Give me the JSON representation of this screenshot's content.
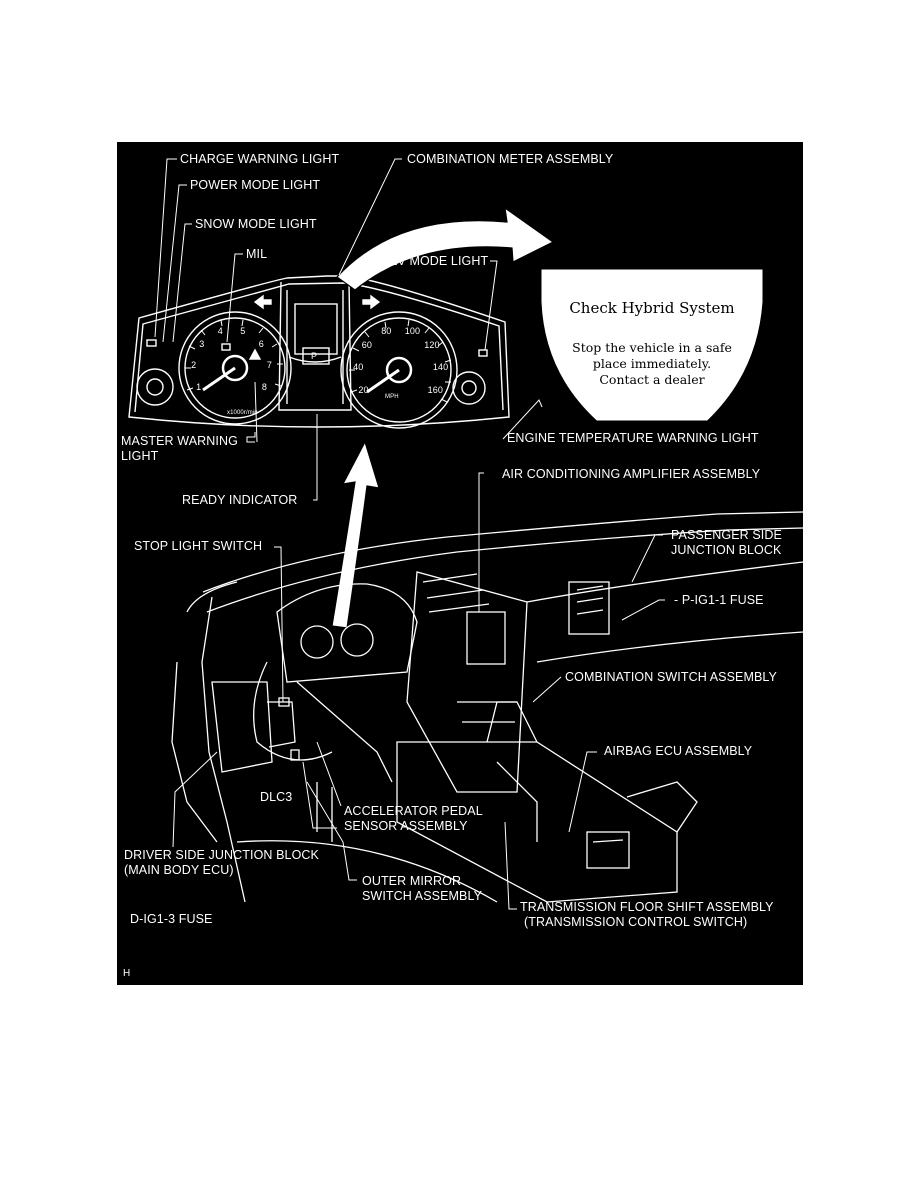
{
  "figure_id": "H",
  "labels": {
    "charge_warning_light": "CHARGE WARNING LIGHT",
    "power_mode_light": "POWER MODE LIGHT",
    "snow_mode_light": "SNOW MODE LIGHT",
    "mil": "MIL",
    "combination_meter_assembly": "COMBINATION METER ASSEMBLY",
    "ev_mode_light": "EV MODE LIGHT",
    "master_warning_light_1": "MASTER WARNING",
    "master_warning_light_2": "LIGHT",
    "engine_temperature_warning_light": "ENGINE TEMPERATURE WARNING LIGHT",
    "ready_indicator": "READY INDICATOR",
    "air_conditioning_amplifier_assembly": "AIR CONDITIONING AMPLIFIER ASSEMBLY",
    "stop_light_switch": "STOP LIGHT SWITCH",
    "passenger_side_junction_block_1": "PASSENGER SIDE",
    "passenger_side_junction_block_2": "JUNCTION BLOCK",
    "p_ig1_1_fuse": "P-IG1-1 FUSE",
    "combination_switch_assembly": "COMBINATION SWITCH ASSEMBLY",
    "airbag_ecu_assembly": "AIRBAG ECU ASSEMBLY",
    "dlc3": "DLC3",
    "accelerator_pedal_sensor_assembly_1": "ACCELERATOR PEDAL",
    "accelerator_pedal_sensor_assembly_2": "SENSOR ASSEMBLY",
    "driver_side_junction_block_1": "DRIVER SIDE JUNCTION BLOCK",
    "driver_side_junction_block_2": "(MAIN BODY ECU)",
    "outer_mirror_switch_assembly_1": "OUTER MIRROR",
    "outer_mirror_switch_assembly_2": "SWITCH ASSEMBLY",
    "d_ig1_3_fuse": "D-IG1-3 FUSE",
    "transmission_floor_shift_assembly_1": "TRANSMISSION FLOOR SHIFT ASSEMBLY",
    "transmission_floor_shift_assembly_2": "(TRANSMISSION CONTROL SWITCH)"
  },
  "message_panel": {
    "title": "Check Hybrid System",
    "line1": "Stop the vehicle in a safe",
    "line2": "place immediately.",
    "line3": "Contact a dealer"
  },
  "gauges": {
    "tach_ticks": [
      "1",
      "2",
      "3",
      "4",
      "5",
      "6",
      "7",
      "8"
    ],
    "tach_unit": "x1000r/min",
    "speed_ticks": [
      "20",
      "40",
      "60",
      "80",
      "100",
      "120",
      "140",
      "160"
    ],
    "speed_unit": "MPH",
    "gear_indicator": "P"
  }
}
